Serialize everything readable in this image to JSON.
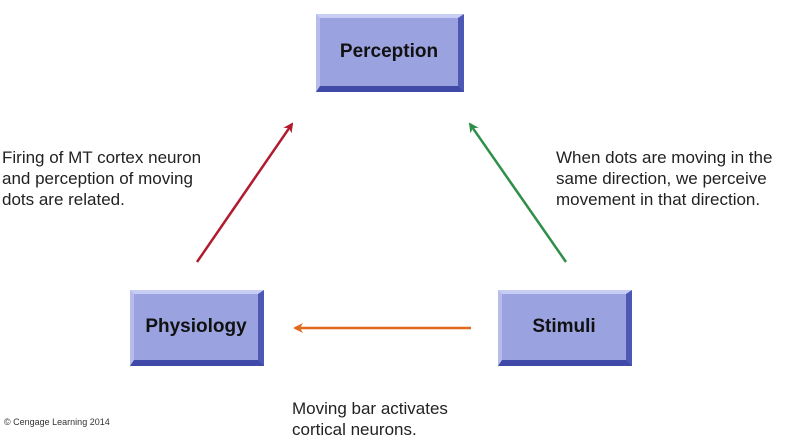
{
  "nodes": {
    "perception": "Perception",
    "physiology": "Physiology",
    "stimuli": "Stimuli"
  },
  "captions": {
    "physiology_perception": [
      "Firing of MT cortex neuron",
      "and perception of moving",
      "dots are related."
    ],
    "stimuli_perception": [
      "When dots are moving in the",
      "same direction, we perceive",
      "movement in that direction."
    ],
    "stimuli_physiology": [
      "Moving bar activates",
      "cortical neurons."
    ]
  },
  "arrows": [
    {
      "from": "physiology",
      "to": "perception",
      "color": "#b01b2e"
    },
    {
      "from": "stimuli",
      "to": "perception",
      "color": "#2f8f4a"
    },
    {
      "from": "stimuli",
      "to": "physiology",
      "color": "#e06a1c"
    }
  ],
  "copyright": "© Cengage Learning 2014"
}
